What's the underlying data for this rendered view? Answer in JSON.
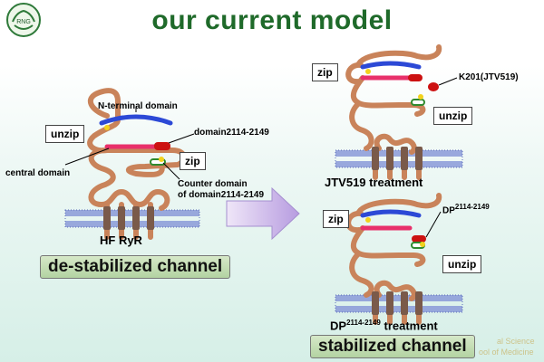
{
  "slide": {
    "title": "our current model",
    "logo_text": "RNG",
    "left_panel": {
      "labels": {
        "n_terminal": "N-terminal domain",
        "domain_2114": "domain2114-2149",
        "central": "central domain",
        "counter_1": "Counter domain",
        "counter_2": "of domain2114-2149",
        "hf_ryr": "HF RyR"
      },
      "unzip": "unzip",
      "zip": "zip",
      "banner": "de-stabilized channel"
    },
    "right_top": {
      "zip": "zip",
      "unzip": "unzip",
      "drug_label": "K201(JTV519)",
      "caption": "JTV519 treatment"
    },
    "right_bottom": {
      "zip": "zip",
      "unzip": "unzip",
      "dp_prefix": "DP",
      "dp_sup": "2114-2149",
      "caption_prefix": "DP",
      "caption_sup": "2114-2149",
      "caption_suffix": " treatment"
    },
    "bottom_banner": "stabilized channel",
    "watermark_1": "al Science",
    "watermark_2": "ool of Medicine",
    "colors": {
      "title": "#1f6a2a",
      "strand": "#c9835a",
      "n_domain": "#2c49d6",
      "central_domain": "#e8306a",
      "domain_2114": "#cc1111",
      "counter_domain": "#2f8a2f",
      "zip_point": "#f2d21c",
      "membrane": "#8a9ad8",
      "arrow": "#c6b3e6"
    }
  }
}
